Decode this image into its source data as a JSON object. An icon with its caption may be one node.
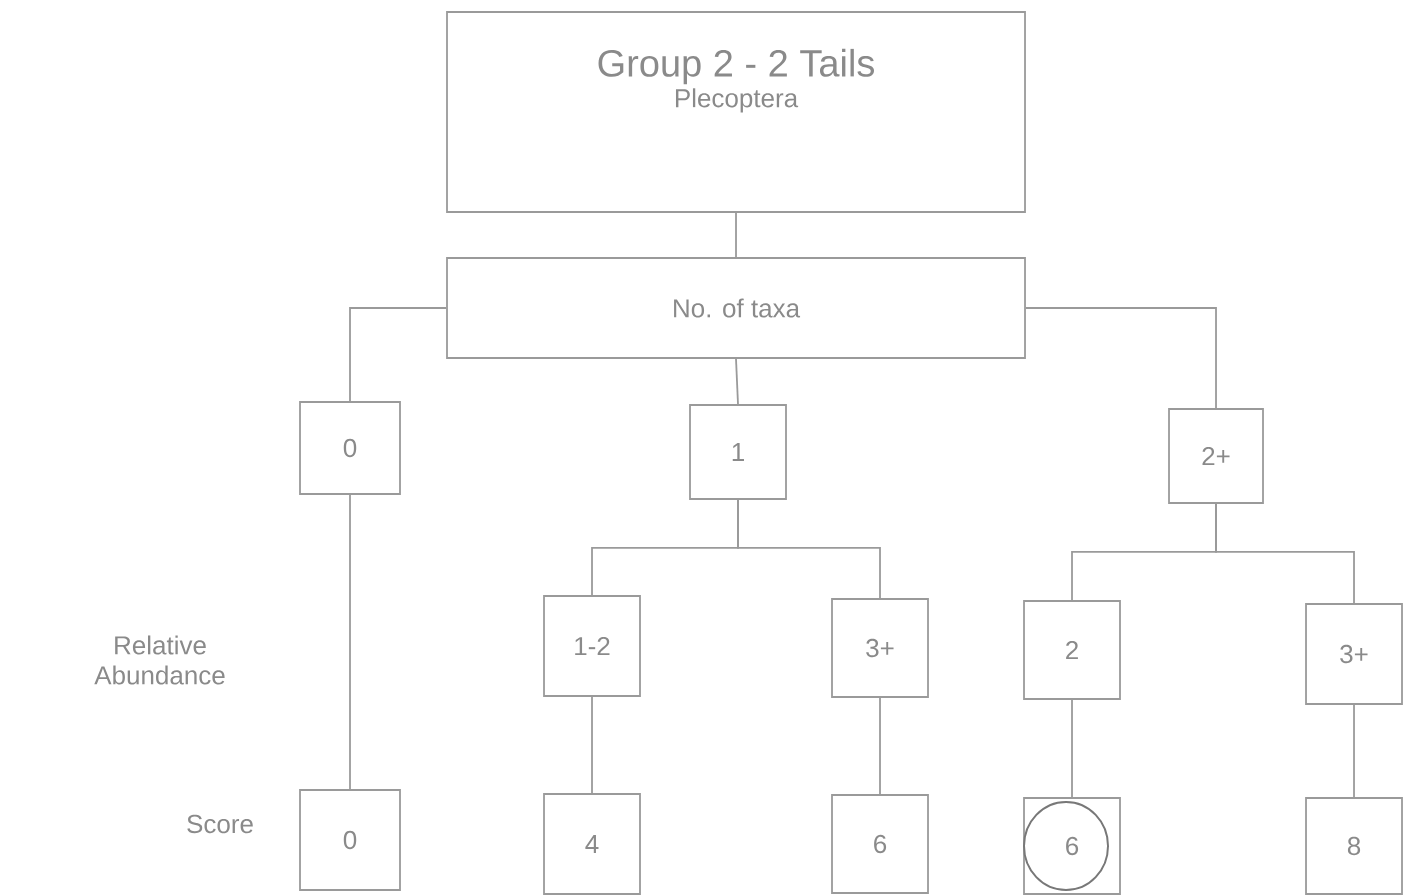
{
  "diagram": {
    "nodes": [
      {
        "text": [
          "Group 2 - 2 Tails",
          "Plecoptera"
        ]
      },
      {
        "text": [
          "No. of taxa"
        ]
      },
      {
        "text": [
          "0"
        ]
      },
      {
        "text": [
          "1"
        ]
      },
      {
        "text": [
          "2+"
        ]
      },
      {
        "text": [
          "1-2"
        ]
      },
      {
        "text": [
          "3+"
        ]
      },
      {
        "text": [
          "2"
        ]
      },
      {
        "text": [
          "3+"
        ]
      },
      {
        "text": [
          "0"
        ]
      },
      {
        "text": [
          "4"
        ]
      },
      {
        "text": [
          "6"
        ]
      },
      {
        "text": [
          "6"
        ]
      },
      {
        "text": [
          "8"
        ]
      }
    ],
    "edges": [
      {
        "from": 0,
        "to": 1,
        "arrow": "none"
      },
      {
        "from": 1,
        "to": 2,
        "arrow": "none"
      },
      {
        "from": 1,
        "to": 3,
        "arrow": "none"
      },
      {
        "from": 1,
        "to": 4,
        "arrow": "none"
      },
      {
        "from": 3,
        "to": 5,
        "arrow": "none"
      },
      {
        "from": 3,
        "to": 6,
        "arrow": "none"
      },
      {
        "from": 4,
        "to": 7,
        "arrow": "none"
      },
      {
        "from": 4,
        "to": 8,
        "arrow": "none"
      },
      {
        "from": 2,
        "to": 9,
        "arrow": "none"
      },
      {
        "from": 5,
        "to": 10,
        "arrow": "none"
      },
      {
        "from": 6,
        "to": 11,
        "arrow": "none"
      },
      {
        "from": 7,
        "to": 12,
        "arrow": "none"
      },
      {
        "from": 8,
        "to": 13,
        "arrow": "none"
      }
    ],
    "labels": [
      "Relative Abundance",
      "Score"
    ]
  }
}
